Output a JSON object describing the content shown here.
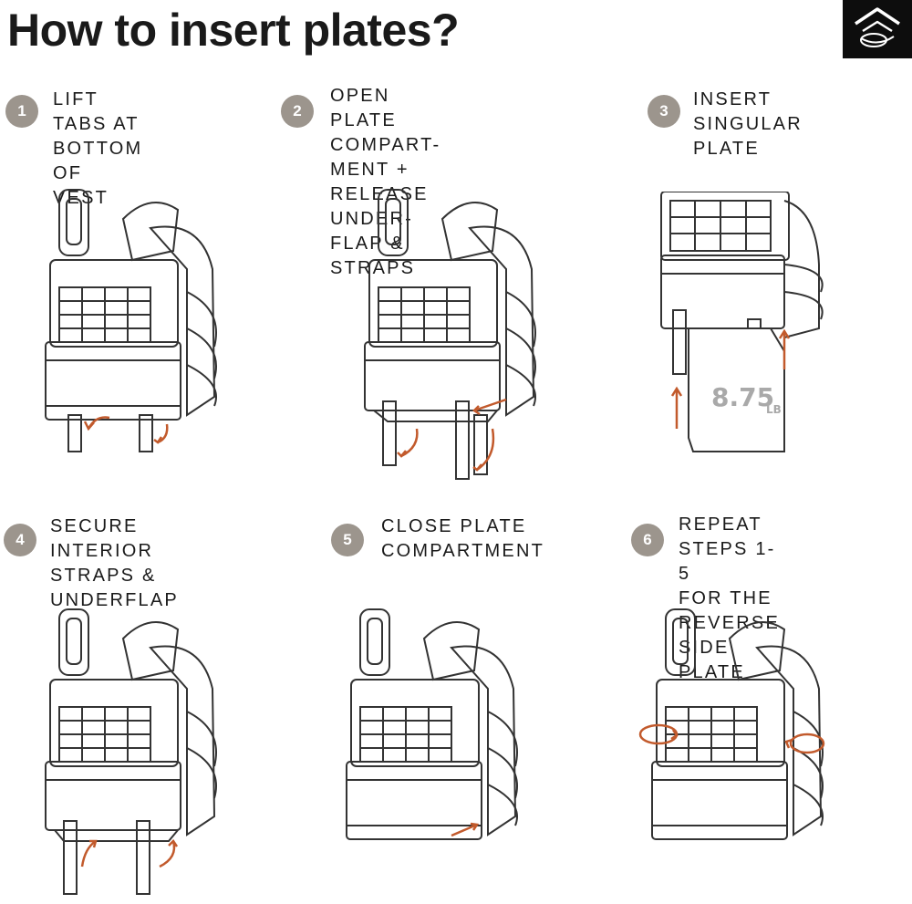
{
  "header": {
    "title": "How to insert plates?",
    "logo_icon": "brand-logo-icon"
  },
  "colors": {
    "badge": "#9c958d",
    "arrow": "#c25a2c",
    "outline": "#333333",
    "logo_bg": "#0d0d0d"
  },
  "steps": [
    {
      "number": "1",
      "label": "LIFT TABS AT\nBOTTOM OF VEST"
    },
    {
      "number": "2",
      "label": "OPEN PLATE COMPART-\nMENT + RELEASE UNDER-\nFLAP & STRAPS"
    },
    {
      "number": "3",
      "label": "INSERT SINGULAR\nPLATE"
    },
    {
      "number": "4",
      "label": "SECURE INTERIOR\nSTRAPS & UNDERFLAP"
    },
    {
      "number": "5",
      "label": "CLOSE PLATE\nCOMPARTMENT"
    },
    {
      "number": "6",
      "label": "REPEAT STEPS 1-5\nFOR THE REVERSE\nSIDE PLATE"
    }
  ],
  "plate": {
    "value": "8.75",
    "unit": "LB"
  }
}
